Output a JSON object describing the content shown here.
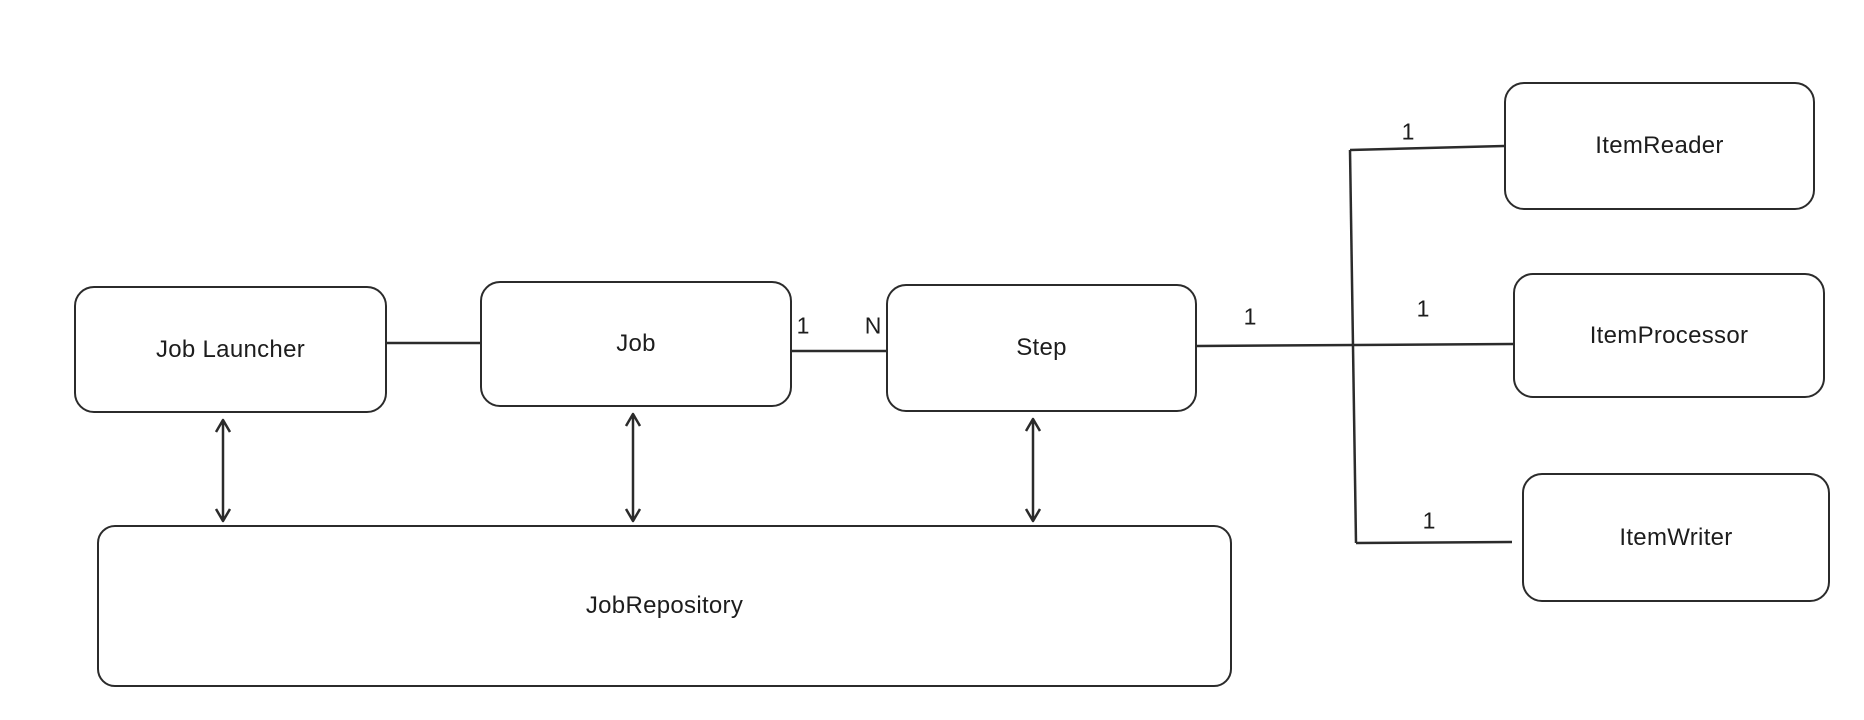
{
  "diagram": {
    "nodes": [
      {
        "id": "job-launcher",
        "label": "Job Launcher"
      },
      {
        "id": "job",
        "label": "Job"
      },
      {
        "id": "step",
        "label": "Step"
      },
      {
        "id": "job-repository",
        "label": "JobRepository"
      },
      {
        "id": "item-reader",
        "label": "ItemReader"
      },
      {
        "id": "item-processor",
        "label": "ItemProcessor"
      },
      {
        "id": "item-writer",
        "label": "ItemWriter"
      }
    ],
    "multiplicities": [
      {
        "id": "job-side",
        "text": "1"
      },
      {
        "id": "step-side",
        "text": "N"
      },
      {
        "id": "step-right",
        "text": "1"
      },
      {
        "id": "item-reader",
        "text": "1"
      },
      {
        "id": "item-processor",
        "text": "1"
      },
      {
        "id": "item-writer",
        "text": "1"
      }
    ],
    "edges": [
      {
        "from": "job-launcher",
        "to": "job"
      },
      {
        "from": "job",
        "to": "step",
        "from_label": "1",
        "to_label": "N"
      },
      {
        "from": "step",
        "to": "item-reader",
        "from_label": "1",
        "to_label": "1"
      },
      {
        "from": "step",
        "to": "item-processor",
        "from_label": "1",
        "to_label": "1"
      },
      {
        "from": "step",
        "to": "item-writer",
        "from_label": "1",
        "to_label": "1"
      },
      {
        "from": "job-launcher",
        "to": "job-repository",
        "bidirectional": true
      },
      {
        "from": "job",
        "to": "job-repository",
        "bidirectional": true
      },
      {
        "from": "step",
        "to": "job-repository",
        "bidirectional": true
      }
    ],
    "colors": {
      "line": "#2b2b2b",
      "text": "#1d1d1d",
      "background": "#ffffff"
    }
  }
}
